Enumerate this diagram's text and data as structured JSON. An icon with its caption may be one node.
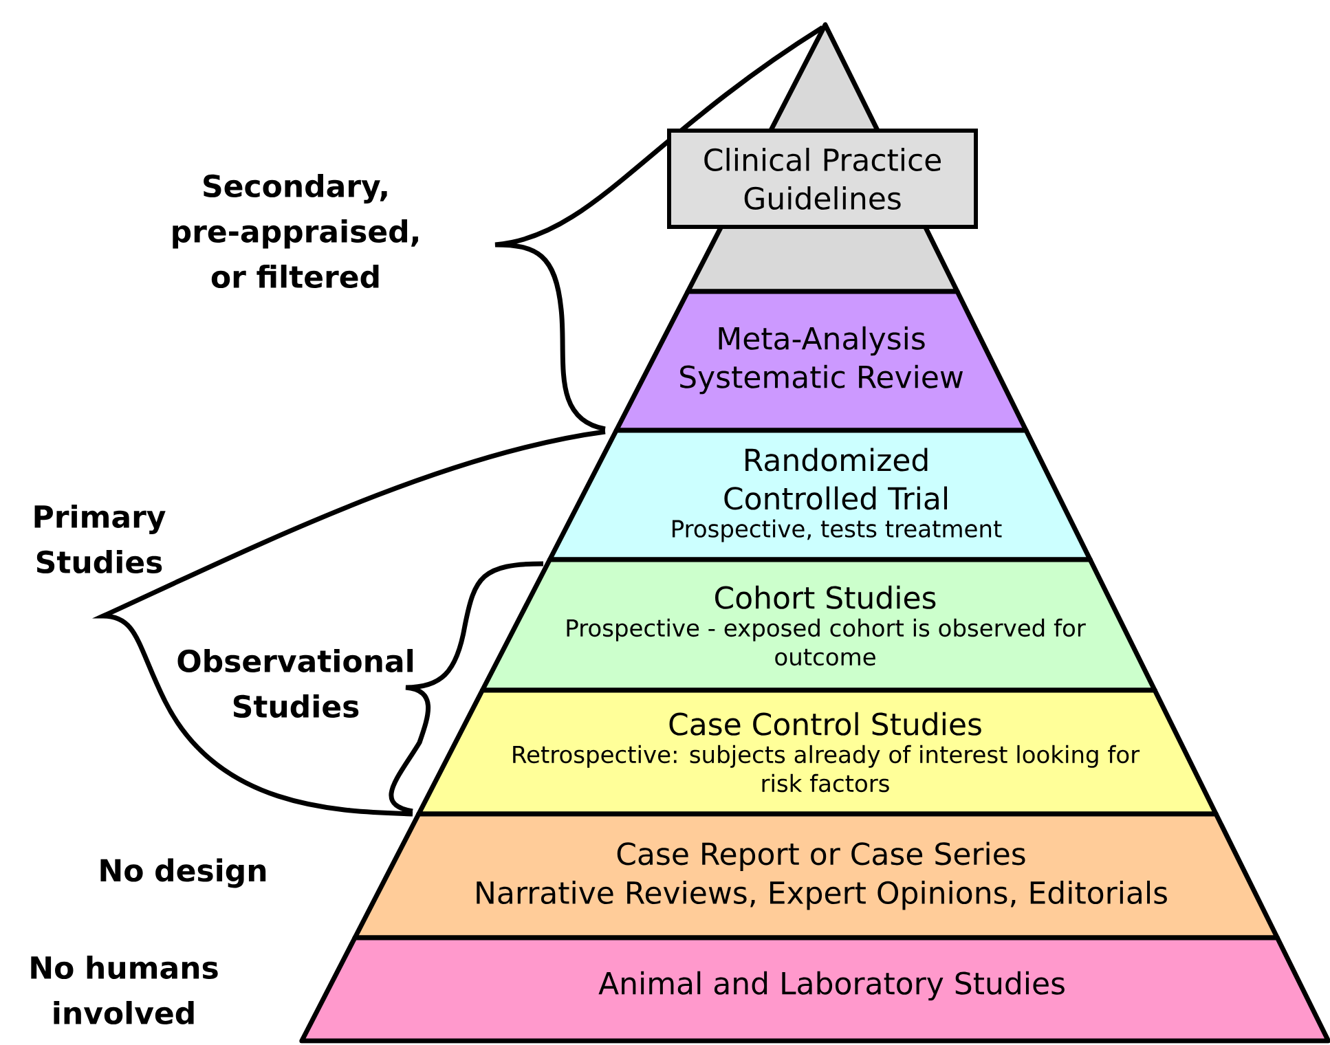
{
  "diagram": {
    "nodes": [
      {
        "text": [
          "Clinical Practice Guidelines"
        ]
      },
      {
        "text": [
          "Meta-Analysis Systematic Review"
        ]
      },
      {
        "text": [
          "Randomized Controlled Trial",
          "Prospective, tests treatment"
        ]
      },
      {
        "text": [
          "Cohort Studies",
          "Prospective - exposed cohort is observed for outcome"
        ]
      },
      {
        "text": [
          "Case Control Studies",
          "Retrospective: subjects already of interest looking for risk factors"
        ]
      },
      {
        "text": [
          "Case Report or Case Series",
          "Narrative Reviews, Expert Opinions, Editorials"
        ]
      },
      {
        "text": [
          "Animal and Laboratory Studies"
        ]
      }
    ],
    "labels": [
      "Secondary, pre-appraised, or filtered",
      "Primary Studies",
      "Observational Studies",
      "No design",
      "No humans involved"
    ]
  }
}
